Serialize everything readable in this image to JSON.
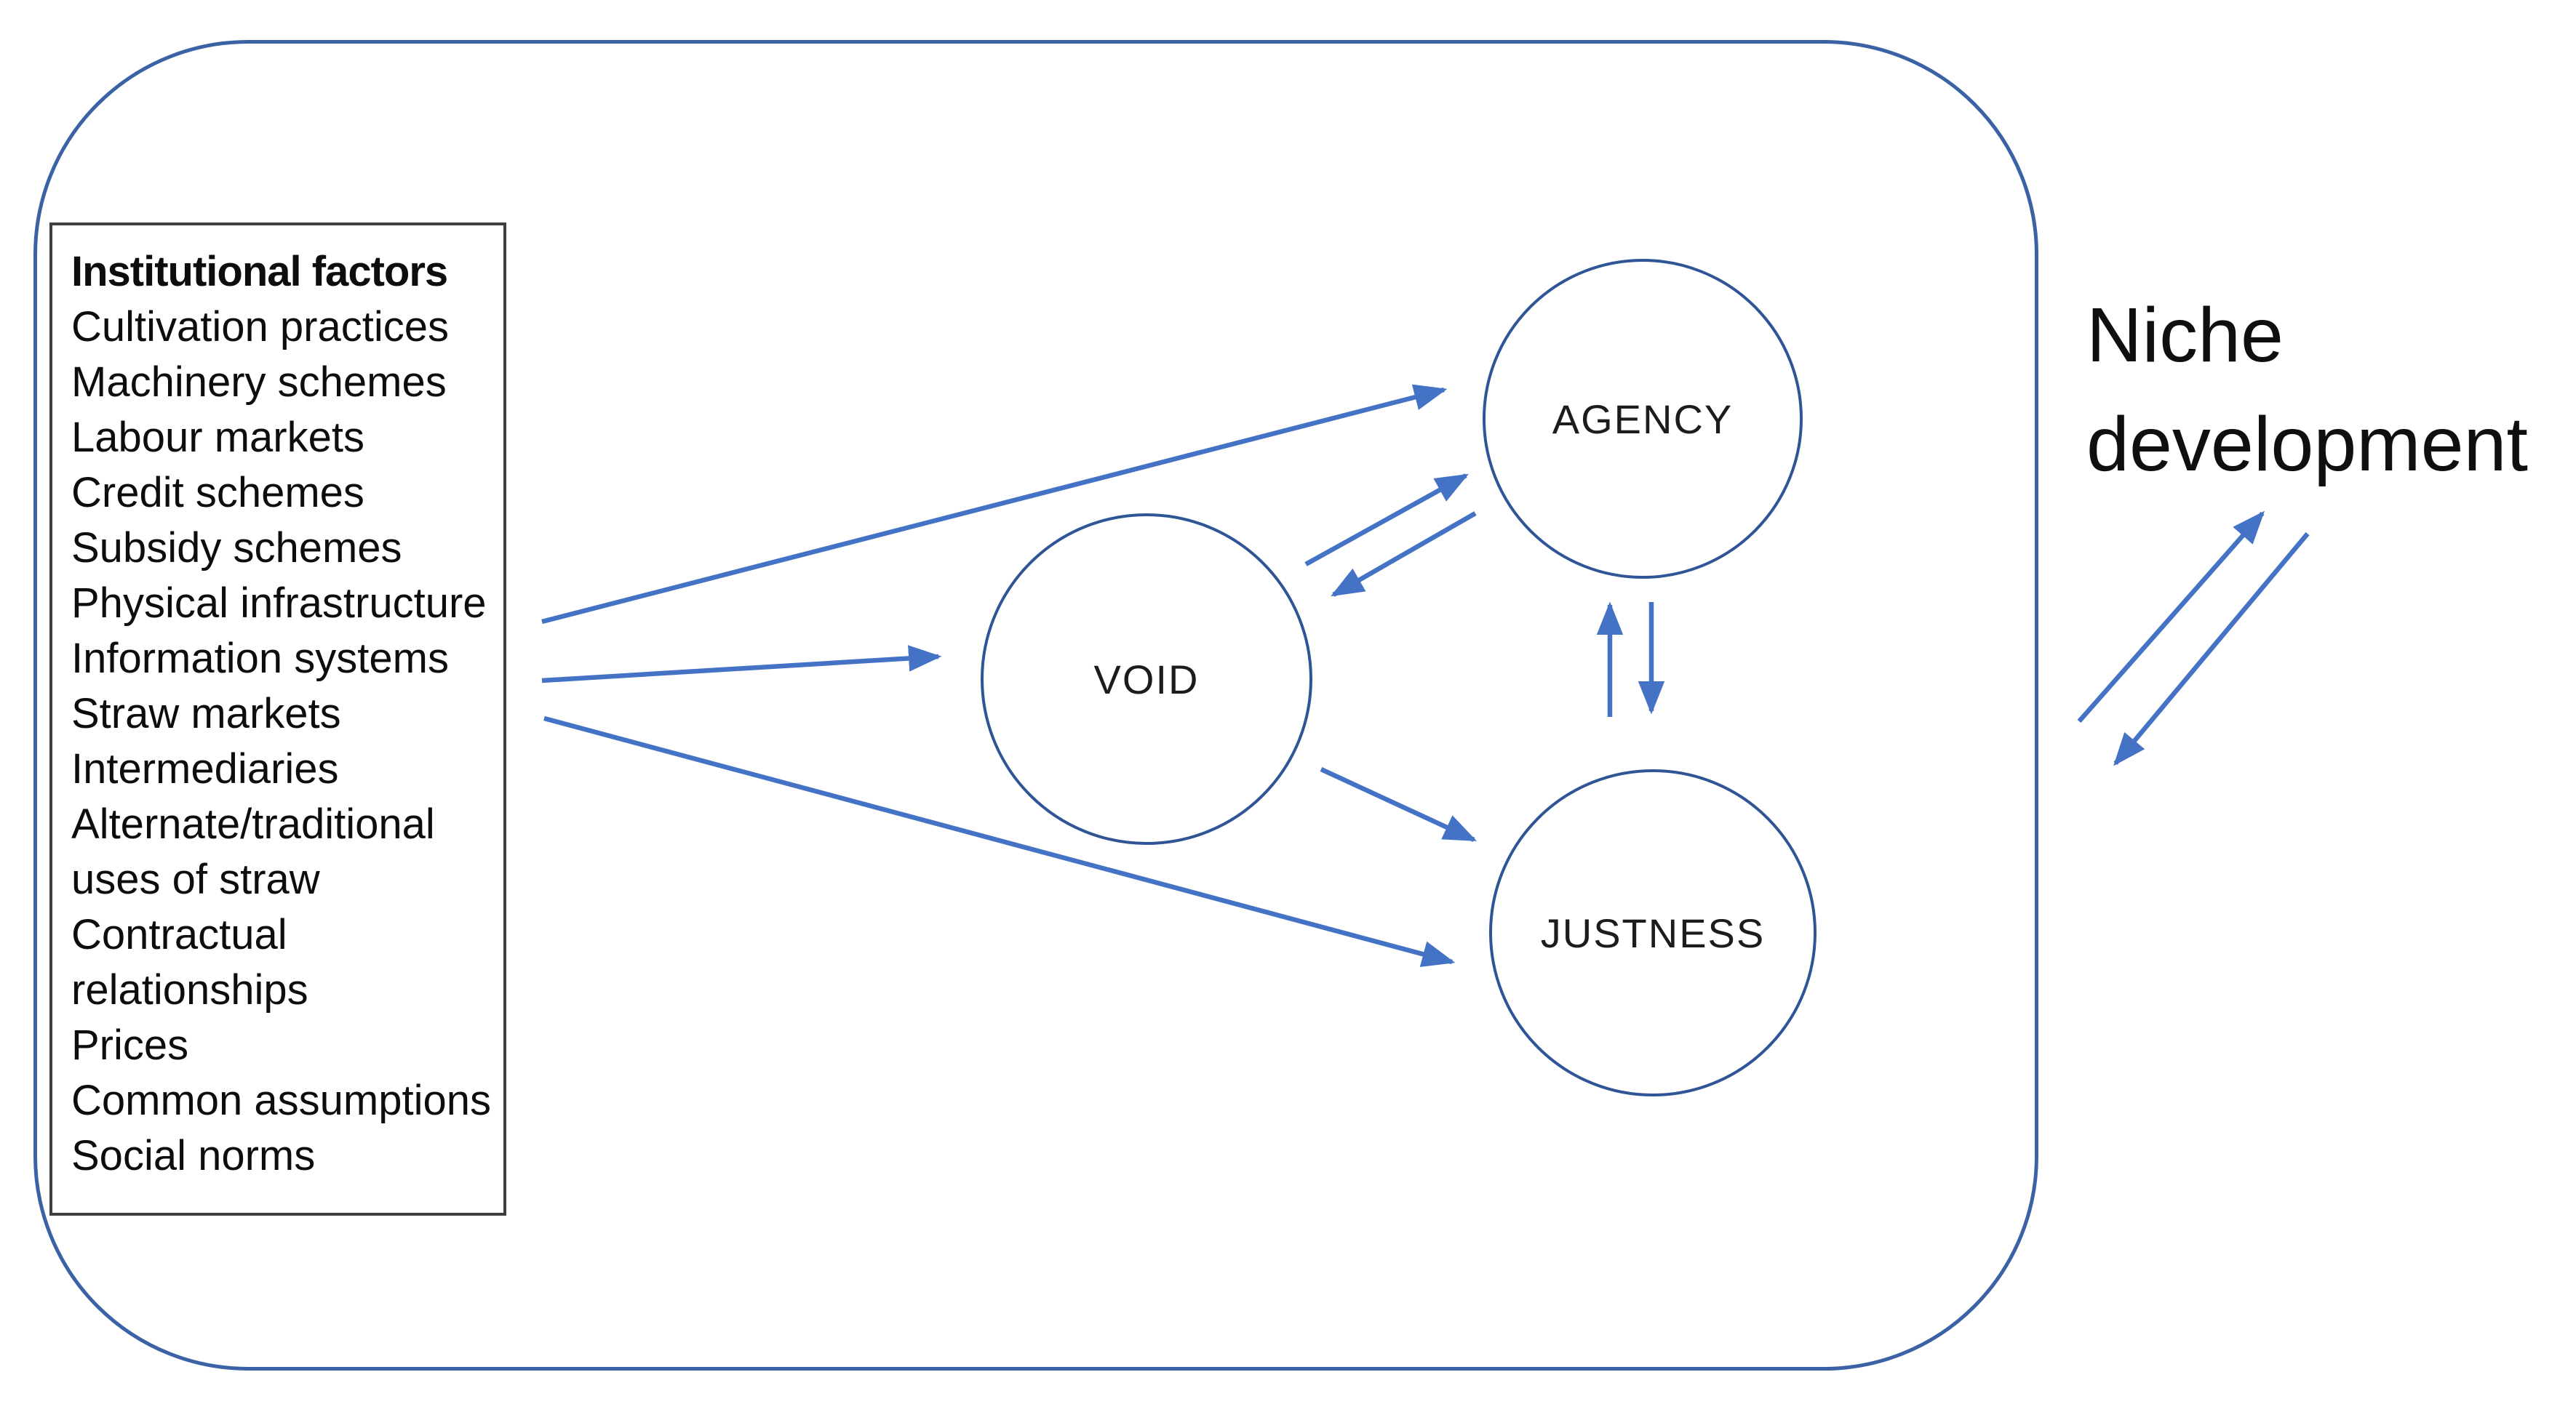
{
  "colors": {
    "arrow": "#4472C4",
    "shape_outline": "#2F5597",
    "frame_border": "#3A62A4",
    "box_border": "#3F3F3F",
    "text": "#111111"
  },
  "factors_box": {
    "title": "Institutional factors",
    "items": [
      "Cultivation practices",
      "Machinery schemes",
      "Labour markets",
      "Credit schemes",
      "Subsidy schemes",
      "Physical infrastructure",
      "Information systems",
      "Straw markets",
      "Intermediaries",
      "Alternate/traditional uses of straw",
      "Contractual relationships",
      "Prices",
      "Common assumptions",
      "Social norms"
    ]
  },
  "nodes": {
    "void": "VOID",
    "agency": "AGENCY",
    "justness": "JUSTNESS"
  },
  "outside_label": "Niche development"
}
